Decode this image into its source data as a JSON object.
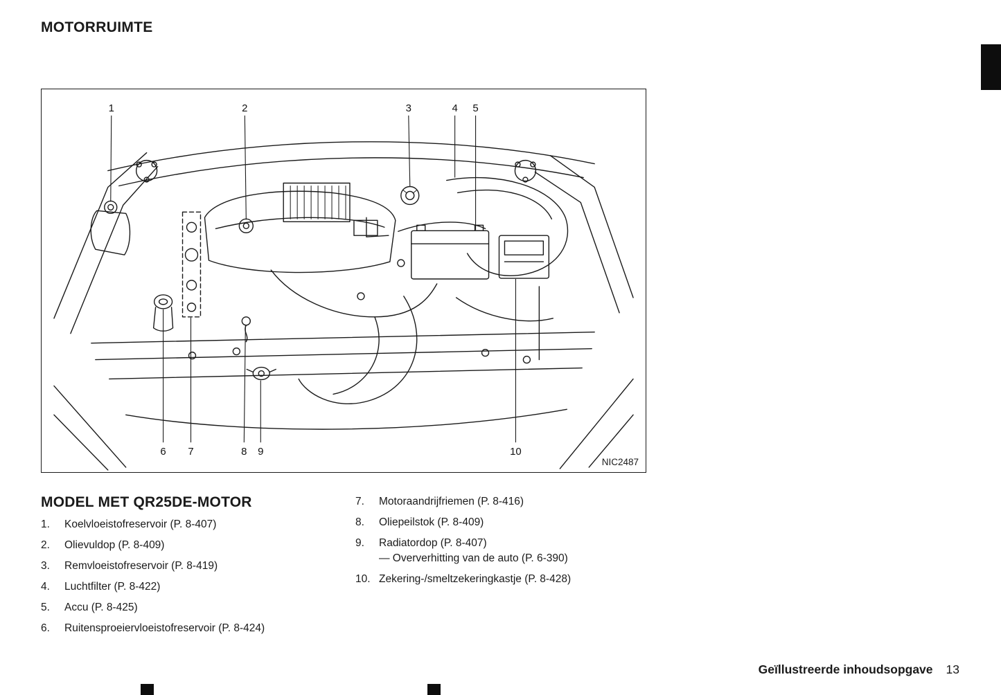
{
  "page": {
    "title": "MOTORRUIMTE",
    "figure_code": "NIC2487",
    "footer": {
      "label": "Geïllustreerde inhoudsopgave",
      "page_number": "13"
    }
  },
  "diagram": {
    "callouts": [
      "1",
      "2",
      "3",
      "4",
      "5",
      "6",
      "7",
      "8",
      "9",
      "10"
    ]
  },
  "legend": {
    "heading": "MODEL MET QR25DE-MOTOR",
    "left": [
      {
        "num": "1.",
        "text": "Koelvloeistofreservoir (P. 8-407)"
      },
      {
        "num": "2.",
        "text": "Olievuldop (P. 8-409)"
      },
      {
        "num": "3.",
        "text": "Remvloeistofreservoir (P. 8-419)"
      },
      {
        "num": "4.",
        "text": "Luchtfilter (P. 8-422)"
      },
      {
        "num": "5.",
        "text": "Accu (P. 8-425)"
      },
      {
        "num": "6.",
        "text": "Ruitensproeiervloeistofreservoir (P. 8-424)"
      }
    ],
    "right": [
      {
        "num": "7.",
        "text": "Motoraandrijfriemen (P. 8-416)"
      },
      {
        "num": "8.",
        "text": "Oliepeilstok (P. 8-409)"
      },
      {
        "num": "9.",
        "text": "Radiatordop (P. 8-407)",
        "sub": "— Oververhitting van de auto (P. 6-390)"
      },
      {
        "num": "10.",
        "text": "Zekering-/smeltzekeringkastje (P. 8-428)"
      }
    ]
  }
}
